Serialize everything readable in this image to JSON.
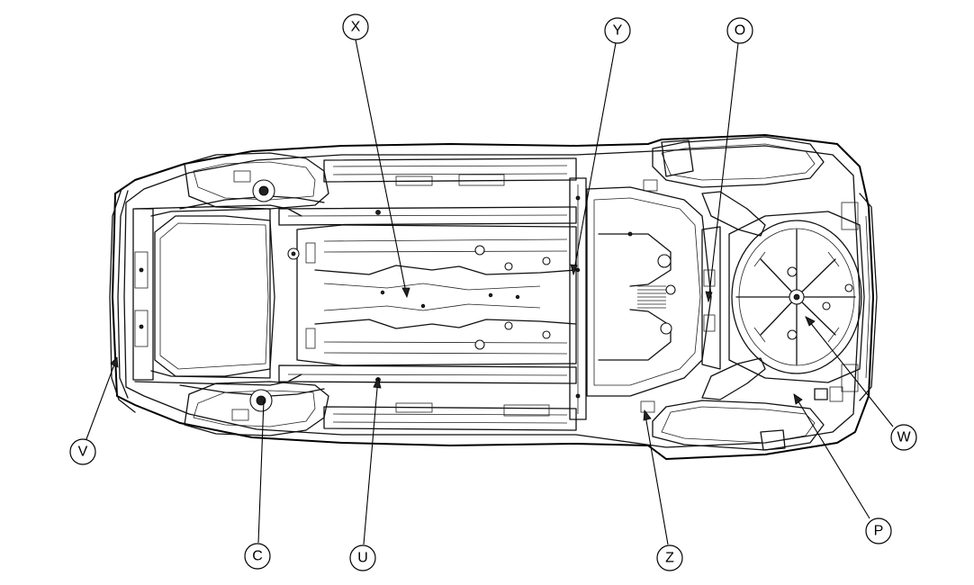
{
  "callouts": {
    "X": "X",
    "Y": "Y",
    "O": "O",
    "V": "V",
    "W": "W",
    "C": "C",
    "U": "U",
    "Z": "Z",
    "P": "P"
  }
}
